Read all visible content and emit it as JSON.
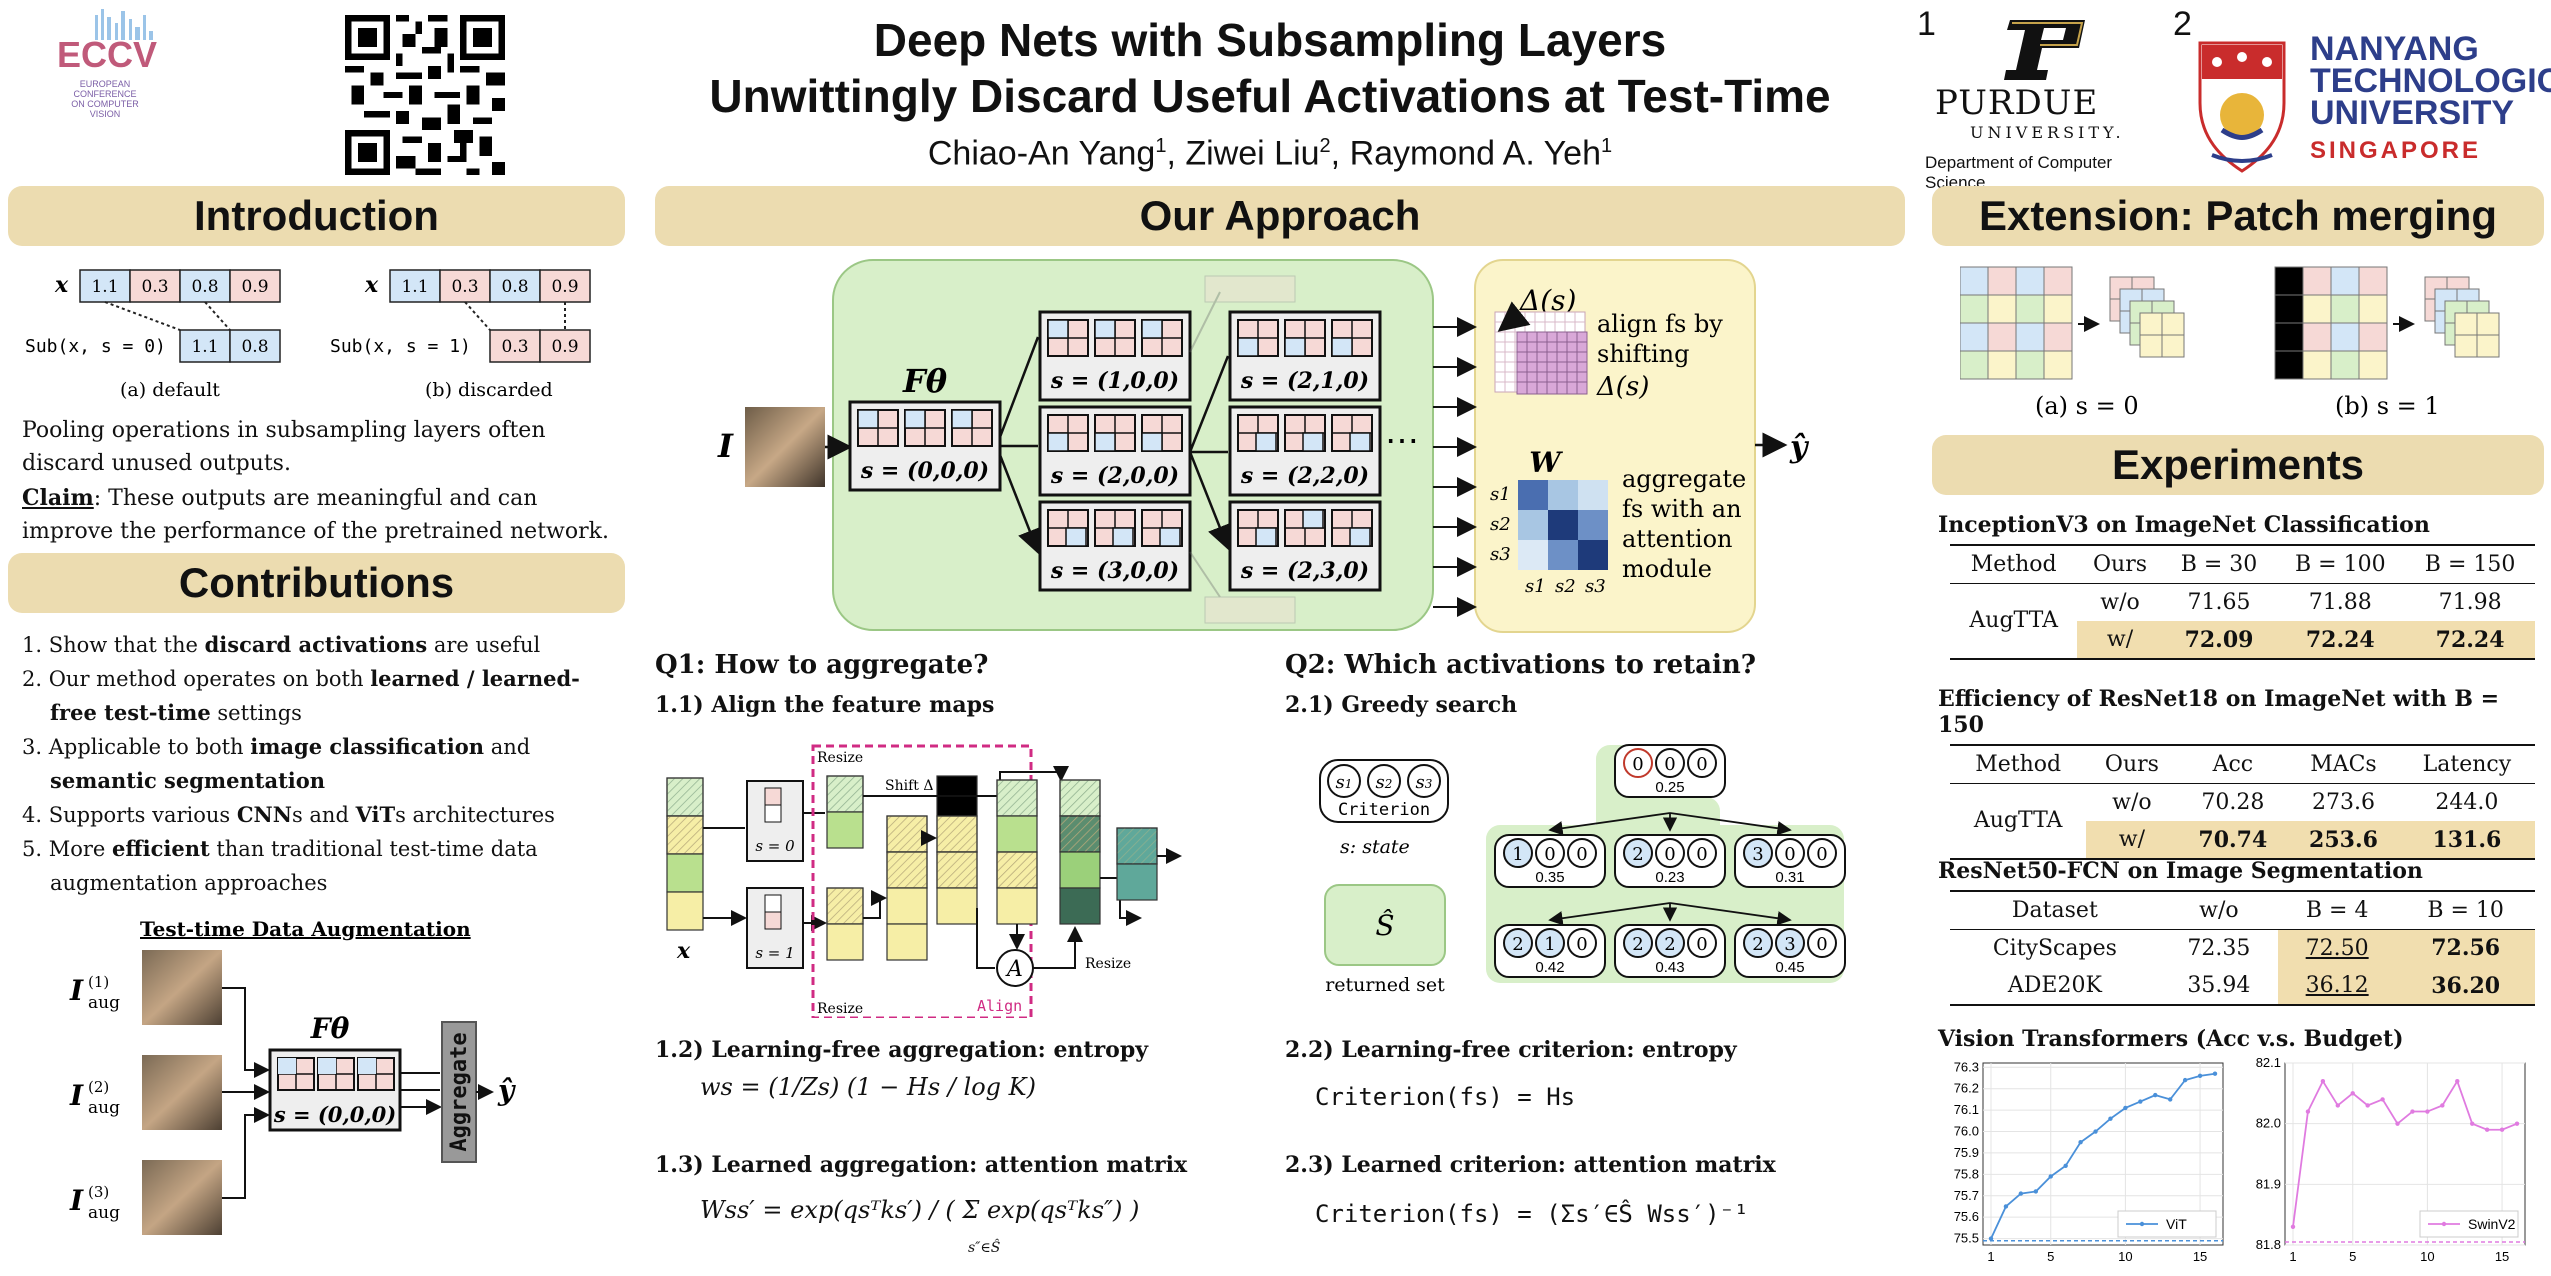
{
  "header": {
    "title_line1": "Deep Nets with Subsampling Layers",
    "title_line2": "Unwittingly Discard Useful Activations at Test-Time",
    "authors": [
      "Chiao-An Yang",
      "Ziwei Liu",
      "Raymond A. Yeh"
    ],
    "author_affils": [
      "1",
      "2",
      "1"
    ],
    "eccv": {
      "abbr": "ECCV",
      "line1": "EUROPEAN",
      "line2": "CONFERENCE",
      "line3": "ON COMPUTER",
      "line4": "VISION"
    },
    "purdue": {
      "num": "1",
      "name": "PURDUE",
      "sub": "UNIVERSITY.",
      "dept": "Department of Computer Science"
    },
    "ntu": {
      "num": "2",
      "l1": "NANYANG",
      "l2": "TECHNOLOGICAL",
      "l3": "UNIVERSITY",
      "l4": "SINGAPORE"
    }
  },
  "intro": {
    "heading": "Introduction",
    "row_default": [
      "1.1",
      "0.3",
      "0.8",
      "0.9"
    ],
    "sub_default": [
      "1.1",
      "0.8"
    ],
    "sub_discarded": [
      "0.3",
      "0.9"
    ],
    "x_label": "x",
    "sub_label_0": "Sub(x, s = 0)",
    "sub_label_1": "Sub(x, s = 1)",
    "cap_a": "(a) default",
    "cap_b": "(b) discarded",
    "para1": "Pooling operations in subsampling layers often discard unused outputs.",
    "claim_label": "Claim",
    "claim_text": ": These outputs are meaningful and can improve the performance of the pretrained network."
  },
  "contrib": {
    "heading": "Contributions",
    "items": [
      [
        "1. Show that the ",
        "discard activations",
        " are useful"
      ],
      [
        "2. Our method operates on both ",
        "learned / learned-free test-time",
        " settings"
      ],
      [
        "3. Applicable to both ",
        "image classification",
        " and ",
        "semantic segmentation"
      ],
      [
        "4. Supports various ",
        "CNN",
        "s and ",
        "ViT",
        "s architectures"
      ],
      [
        "5. More ",
        "efficient",
        " than traditional test-time data augmentation approaches"
      ]
    ],
    "tta_title": "Test-time Data Augmentation",
    "tta_inputs": [
      "I(1) aug",
      "I(2) aug",
      "I(3) aug"
    ],
    "f_theta": "Fθ",
    "s_state": "s = (0,0,0)",
    "aggregate": "Aggregate",
    "y_hat": "ŷ"
  },
  "approach": {
    "heading": "Our Approach",
    "input": "I",
    "f_theta": "Fθ",
    "states": [
      "s = (0,0,0)",
      "s = (1,0,0)",
      "s = (2,0,0)",
      "s = (3,0,0)",
      "s = (2,1,0)",
      "s = (2,2,0)",
      "s = (2,3,0)"
    ],
    "dots": "⋯",
    "delta": "Δ(s)",
    "align_text": [
      "align fs by",
      "shifting",
      "Δ(s)"
    ],
    "W": "W",
    "agg_text": [
      "aggregate",
      "fs with an",
      "attention",
      "module"
    ],
    "s_labels": [
      "s1",
      "s2",
      "s3"
    ],
    "output": "ŷ"
  },
  "q1": {
    "title": "Q1: How to aggregate?",
    "s11": "1.1) Align the feature maps",
    "resize": "Resize",
    "shift": "Shift Δ",
    "align": "Align",
    "s0": "s = 0",
    "s1": "s = 1",
    "A": "A",
    "x": "x",
    "s12": "1.2) Learning-free aggregation: entropy",
    "eq12": "ws = (1/Zs) (1 − Hs / log K)",
    "s13": "1.3) Learned aggregation: attention matrix",
    "eq13": "Wss′ = exp(qsᵀks′) / ( Σ exp(qsᵀks″) )",
    "eq13_sum": "s″∈Ŝ"
  },
  "q2": {
    "title": "Q2: Which activations to retain?",
    "s21": "2.1) Greedy search",
    "criterion": "Criterion",
    "state_label": "s: state",
    "shat": "Ŝ",
    "returned": "returned set",
    "tree": [
      {
        "v": [
          "0",
          "0",
          "0"
        ],
        "score": "0.25"
      },
      {
        "v": [
          "1",
          "0",
          "0"
        ],
        "score": "0.35"
      },
      {
        "v": [
          "2",
          "0",
          "0"
        ],
        "score": "0.23"
      },
      {
        "v": [
          "3",
          "0",
          "0"
        ],
        "score": "0.31"
      },
      {
        "v": [
          "2",
          "1",
          "0"
        ],
        "score": "0.42"
      },
      {
        "v": [
          "2",
          "2",
          "0"
        ],
        "score": "0.43"
      },
      {
        "v": [
          "2",
          "3",
          "0"
        ],
        "score": "0.45"
      }
    ],
    "s22": "2.2) Learning-free criterion: entropy",
    "eq22": "Criterion(fs) = Hs",
    "s23": "2.3) Learned criterion: attention matrix",
    "eq23": "Criterion(fs) = (Σs′∈Ŝ Wss′)⁻¹"
  },
  "ext": {
    "heading": "Extension: Patch merging",
    "cap_a": "(a) s = 0",
    "cap_b": "(b) s = 1"
  },
  "exp": {
    "heading": "Experiments",
    "t1": {
      "title": "InceptionV3 on ImageNet Classification",
      "header": [
        "Method",
        "Ours",
        "B = 30",
        "B = 100",
        "B = 150"
      ],
      "method": "AugTTA",
      "rows": [
        [
          "w/o",
          "71.65",
          "71.88",
          "71.98"
        ],
        [
          "w/",
          "72.09",
          "72.24",
          "72.24"
        ]
      ]
    },
    "t2": {
      "title": "Efficiency of ResNet18 on ImageNet with B = 150",
      "header": [
        "Method",
        "Ours",
        "Acc",
        "MACs",
        "Latency"
      ],
      "method": "AugTTA",
      "rows": [
        [
          "w/o",
          "70.28",
          "273.6",
          "244.0"
        ],
        [
          "w/",
          "70.74",
          "253.6",
          "131.6"
        ]
      ]
    },
    "t3": {
      "title": "ResNet50-FCN on Image Segmentation",
      "header": [
        "Dataset",
        "w/o",
        "B = 4",
        "B = 10"
      ],
      "rows": [
        [
          "CityScapes",
          "72.35",
          "72.50",
          "72.56"
        ],
        [
          "ADE20K",
          "35.94",
          "36.12",
          "36.20"
        ]
      ]
    },
    "vit_title": "Vision Transformers (Acc v.s. Budget)"
  },
  "chart_data": [
    {
      "type": "line",
      "title": "",
      "xlabel": "",
      "ylabel": "",
      "x": [
        1,
        2,
        3,
        4,
        5,
        6,
        7,
        8,
        9,
        10,
        11,
        12,
        13,
        14,
        15,
        16
      ],
      "xticks": [
        "1",
        "5",
        "10",
        "15"
      ],
      "yticks": [
        "75.5",
        "75.6",
        "75.7",
        "75.8",
        "75.9",
        "76.0",
        "76.1",
        "76.2",
        "76.3"
      ],
      "ylim": [
        75.47,
        76.32
      ],
      "series": [
        {
          "name": "ViT",
          "values": [
            75.5,
            75.65,
            75.71,
            75.72,
            75.79,
            75.84,
            75.95,
            76.0,
            76.06,
            76.11,
            76.14,
            76.17,
            76.15,
            76.24,
            76.26,
            76.27
          ],
          "color": "#4a90d9"
        }
      ],
      "baseline": 75.49,
      "legend": "bottom-right",
      "grid": true
    },
    {
      "type": "line",
      "title": "",
      "xlabel": "",
      "ylabel": "",
      "x": [
        1,
        2,
        3,
        4,
        5,
        6,
        7,
        8,
        9,
        10,
        11,
        12,
        13,
        14,
        15,
        16
      ],
      "xticks": [
        "1",
        "5",
        "10",
        "15"
      ],
      "yticks": [
        "81.8",
        "81.9",
        "82.0",
        "82.1"
      ],
      "ylim": [
        81.8,
        82.1
      ],
      "series": [
        {
          "name": "SwinV2",
          "values": [
            81.83,
            82.02,
            82.07,
            82.03,
            82.05,
            82.03,
            82.04,
            82.0,
            82.02,
            82.02,
            82.03,
            82.07,
            82.0,
            81.99,
            81.99,
            82.0
          ],
          "color": "#e07be0"
        }
      ],
      "baseline": 81.805,
      "legend": "bottom-right",
      "grid": true
    }
  ]
}
